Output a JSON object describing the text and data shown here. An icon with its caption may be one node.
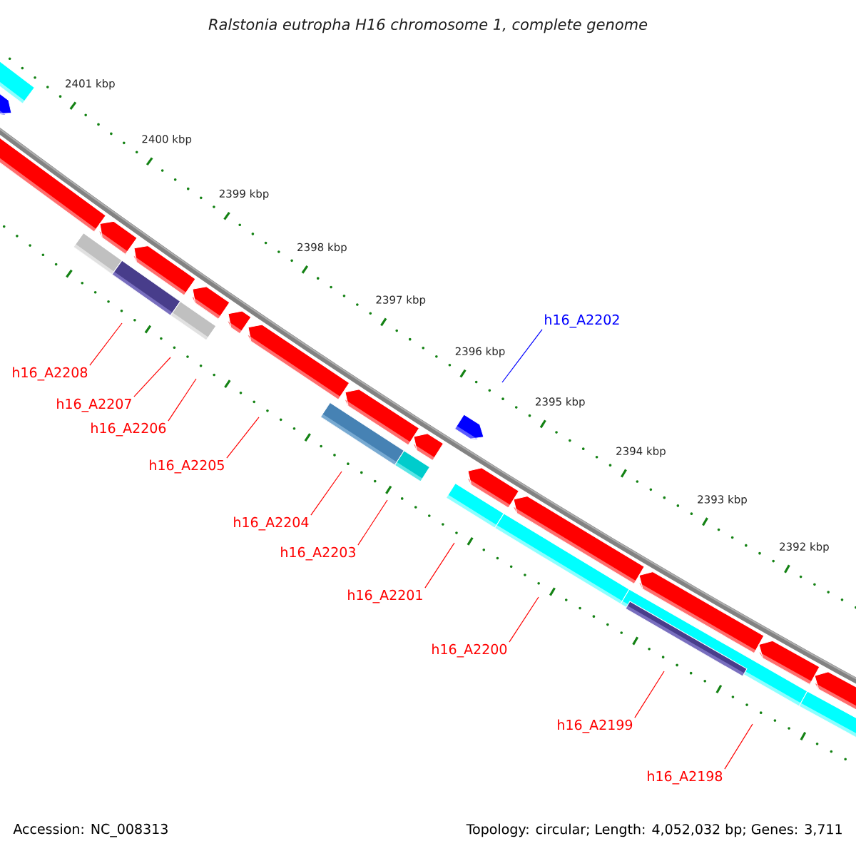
{
  "diagram": {
    "title": "Ralstonia eutropha H16 chromosome 1, complete genome",
    "nodes": [
      {
        "text": [
          "h16_A2202"
        ]
      },
      {
        "text": [
          "h16_A2208"
        ]
      },
      {
        "text": [
          "h16_A2207"
        ]
      },
      {
        "text": [
          "h16_A2206"
        ]
      },
      {
        "text": [
          "h16_A2205"
        ]
      },
      {
        "text": [
          "h16_A2204"
        ]
      },
      {
        "text": [
          "h16_A2203"
        ]
      },
      {
        "text": [
          "h16_A2201"
        ]
      },
      {
        "text": [
          "h16_A2200"
        ]
      },
      {
        "text": [
          "h16_A2199"
        ]
      },
      {
        "text": [
          "h16_A2198"
        ]
      }
    ],
    "edges": [
      {
        "from": 0,
        "to": null,
        "arrow": "none",
        "color": "#0000ff"
      },
      {
        "from": 1,
        "to": null,
        "arrow": "none"
      },
      {
        "from": 2,
        "to": null,
        "arrow": "none"
      },
      {
        "from": 3,
        "to": null,
        "arrow": "none"
      },
      {
        "from": 4,
        "to": null,
        "arrow": "none"
      },
      {
        "from": 5,
        "to": null,
        "arrow": "none"
      },
      {
        "from": 6,
        "to": null,
        "arrow": "none"
      },
      {
        "from": 7,
        "to": null,
        "arrow": "none"
      },
      {
        "from": 8,
        "to": null,
        "arrow": "none"
      },
      {
        "from": 9,
        "to": null,
        "arrow": "none"
      },
      {
        "from": 10,
        "to": null,
        "arrow": "none"
      }
    ],
    "labels": [
      "2401 kbp",
      "2400 kbp",
      "2399 kbp",
      "2398 kbp",
      "2397 kbp",
      "2396 kbp",
      "2395 kbp",
      "2394 kbp",
      "2393 kbp",
      "2392 kbp",
      "Accession: NC_008313",
      "Topology: circular; Length: 4,052,032 bp; Genes: 3,711"
    ]
  }
}
